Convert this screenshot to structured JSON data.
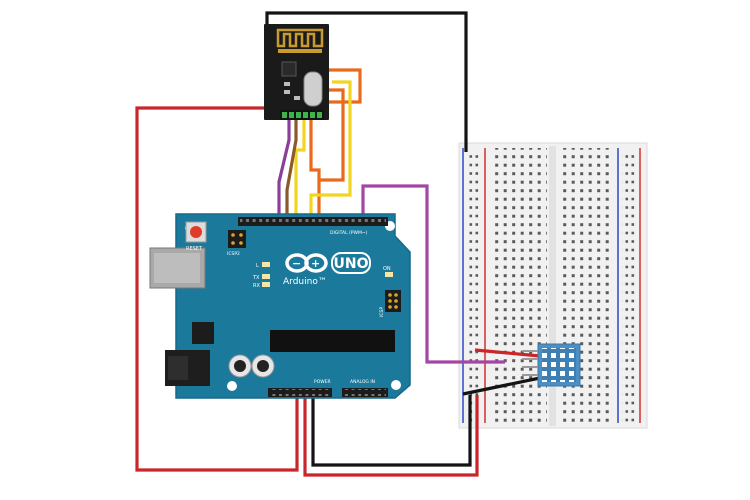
{
  "board": {
    "logo_text": "UNO",
    "brand": "Arduino™",
    "reset_label": "RESET",
    "icsp_left": "ICSP2",
    "icsp_right": "ICSP",
    "digital_label": "DIGITAL (PWM~)",
    "analog_label": "ANALOG IN",
    "power_label": "POWER",
    "on_label": "ON",
    "led_l": "L",
    "led_tx": "TX",
    "led_rx": "RX"
  },
  "colors": {
    "board": "#1b7a9c",
    "board_edge": "#16698a",
    "header": "#1c1c1c",
    "breadboard": "#f1f1f1",
    "rail_red": "#d0312d",
    "rail_blue": "#2c49c9",
    "wire_red": "#c9252b",
    "wire_black": "#141414",
    "wire_purple": "#a347a3",
    "wire_orange": "#e86a1a",
    "wire_yellow": "#f2d51f",
    "wire_brown": "#8a5a2a",
    "wire_violet": "#8b3f9a",
    "dht11": "#4c8fc4",
    "nrf_board": "#1a1a1a",
    "nrf_antenna": "#c99b2e"
  },
  "components": {
    "microcontroller": "arduino-uno",
    "radio_module": "nrf24l01",
    "sensor": "dht11",
    "prototyping": "breadboard"
  }
}
